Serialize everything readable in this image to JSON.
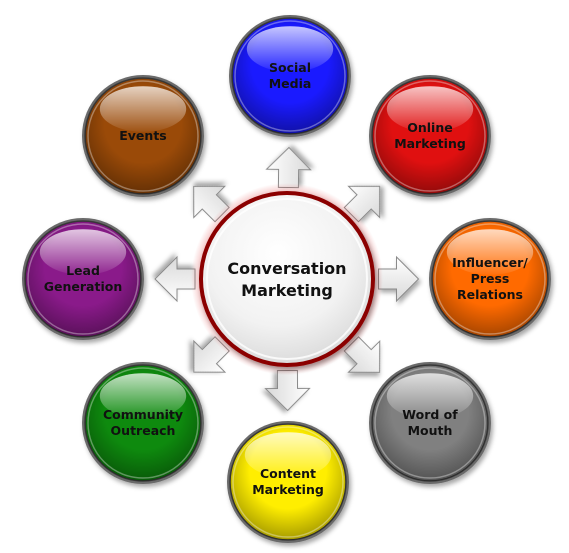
{
  "center": {
    "line1": "Conversation",
    "line2": "Marketing"
  },
  "nodes": [
    {
      "id": "social-media",
      "lines": [
        "Social",
        "Media"
      ],
      "color": "#1a1aff"
    },
    {
      "id": "online-marketing",
      "lines": [
        "Online",
        "Marketing"
      ],
      "color": "#e01010"
    },
    {
      "id": "influencer-press-relations",
      "lines": [
        "Influencer/",
        "Press",
        "Relations"
      ],
      "color": "#ff6a00"
    },
    {
      "id": "word-of-mouth",
      "lines": [
        "Word of",
        "Mouth"
      ],
      "color": "#808080"
    },
    {
      "id": "content-marketing",
      "lines": [
        "Content",
        "Marketing"
      ],
      "color": "#ffee00"
    },
    {
      "id": "community-outreach",
      "lines": [
        "Community",
        "Outreach"
      ],
      "color": "#0e8a0e"
    },
    {
      "id": "lead-generation",
      "lines": [
        "Lead",
        "Generation"
      ],
      "color": "#8a1a8a"
    },
    {
      "id": "events",
      "lines": [
        "Events"
      ],
      "color": "#9a4a08"
    }
  ]
}
